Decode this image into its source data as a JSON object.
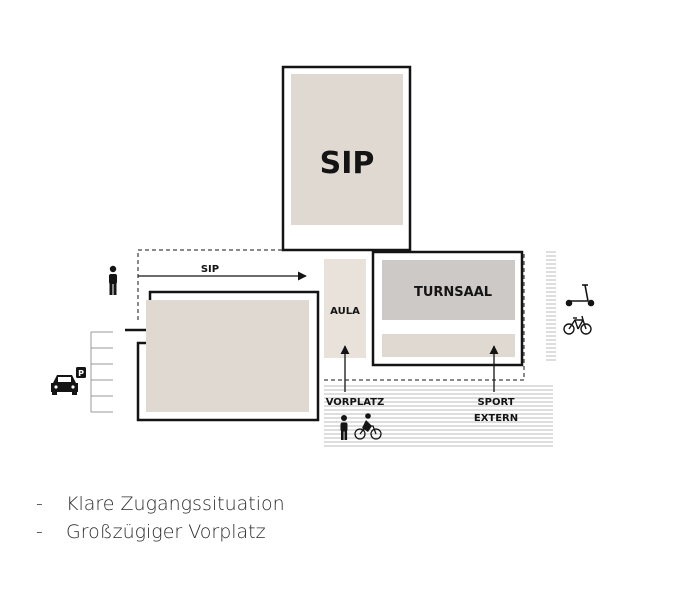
{
  "labels": {
    "sip_building": "SIP",
    "aula": "AULA",
    "turnsaal": "TURNSAAL",
    "sip_path": "SIP",
    "vorplatz": "VORPLATZ",
    "sport_line1": "SPORT",
    "sport_line2": "EXTERN",
    "parking_sign": "P"
  },
  "colors": {
    "outline": "#141414",
    "fill_warm": "#e0d9d2",
    "fill_grey": "#cdc9c6",
    "fill_aula": "#e8e2db",
    "hatch": "#bdbdbd"
  },
  "icons": [
    "pedestrian-icon",
    "car-icon",
    "parking-icon",
    "scooter-icon",
    "bicycle-icon",
    "cyclist-icon"
  ],
  "bullets": [
    "Klare Zugangssituation",
    "Großzügiger Vorplatz"
  ]
}
